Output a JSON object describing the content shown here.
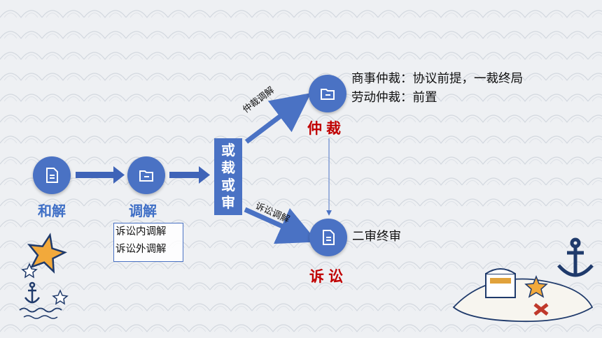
{
  "flow": {
    "reconcile": "和解",
    "mediate": "调解",
    "mediate_types": [
      "诉讼内调解",
      "诉讼外调解"
    ],
    "choice": [
      "或",
      "裁",
      "或",
      "审"
    ],
    "arbitration": "仲裁",
    "litigation": "诉讼",
    "arb_branch_label": "仲裁调解",
    "lit_branch_label": "诉讼调解",
    "arb_notes": [
      "商事仲裁：协议前提，一裁终局",
      "劳动仲裁：前置"
    ],
    "lit_note": "二审终审"
  },
  "colors": {
    "node_blue": "#4a72c4",
    "label_blue": "#3f6fc6",
    "label_red": "#c00000",
    "star_orange": "#f2a93b",
    "navy": "#1f3a6b"
  },
  "icons": [
    "document-icon",
    "folder-icon",
    "star-icon",
    "anchor-icon",
    "treasure-chest-icon"
  ]
}
